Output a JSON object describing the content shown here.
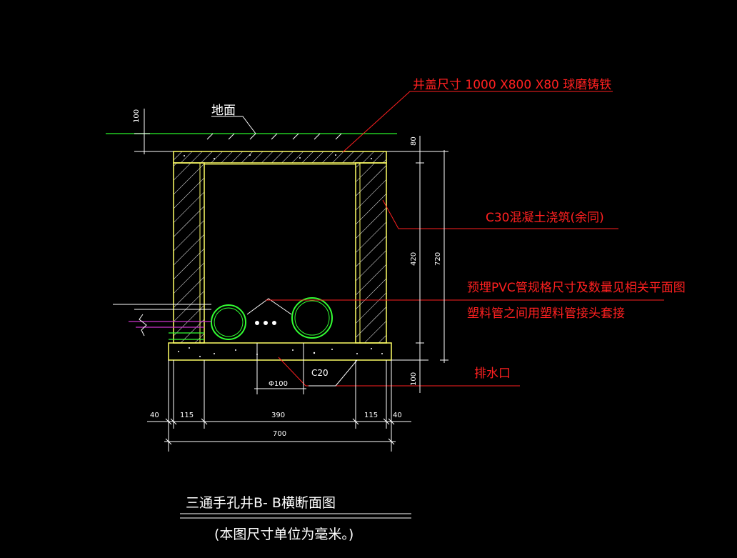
{
  "colors": {
    "background": "#000000",
    "structure": "#ffff66",
    "annotation": "#ff2020",
    "ground": "#22cc22",
    "dimension": "#ffffff",
    "pipe": "#33ff33",
    "pipe_cut": "#cc33cc"
  },
  "labels": {
    "ground": "地面",
    "cover": "井盖尺寸 1000 X800 X80  球磨铸铁",
    "concrete": "C30混凝土浇筑(余同)",
    "pvc_line1": "预埋PVC管规格尺寸及数量见相关平面图",
    "pvc_line2": "塑料管之间用塑料管接头套接",
    "drain": "排水口",
    "base": "C20",
    "drain_dia": "Φ100"
  },
  "dimensions": {
    "soil": "100",
    "cover": "80",
    "inner_height": "420",
    "total_height": "720",
    "base": "100",
    "left_margin": "40",
    "left_wall": "115",
    "inner_width": "390",
    "right_wall": "115",
    "right_margin": "40",
    "total_width": "700"
  },
  "title": {
    "main": "三通手孔井B- B横断面图",
    "note": "(本图尺寸单位为毫米。)"
  },
  "icons": [
    "hatch-pattern",
    "leader-arrow",
    "pvc-pipe-circle"
  ]
}
